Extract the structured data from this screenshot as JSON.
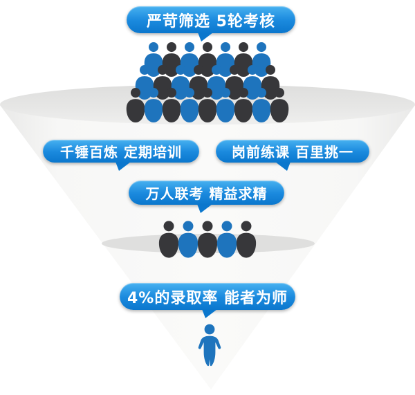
{
  "bubbles": {
    "top": {
      "label": "严苛筛选 5轮考核"
    },
    "left": {
      "label": "千锤百炼 定期培训"
    },
    "right": {
      "label": "岗前练课 百里挑一"
    },
    "middle": {
      "label": "万人联考 精益求精"
    },
    "bottom": {
      "label": "4%的录取率 能者为师"
    }
  },
  "colors": {
    "bubble_gradient_top": "#47b1f0",
    "bubble_gradient_bottom": "#0b77cd",
    "person_blue": "#1e74bd",
    "person_dark": "#37373a",
    "funnel_face": "#f6f6f5",
    "funnel_mouth": "#e4e4e3",
    "funnel_level": "#dfdfde",
    "label_text": "#ffffff"
  },
  "people_rows": [
    {
      "name": "row-1",
      "icon": "small",
      "colors": [
        "blue",
        "dark",
        "blue",
        "dark",
        "blue",
        "dark",
        "blue"
      ]
    },
    {
      "name": "row-2",
      "icon": "small",
      "colors": [
        "blue",
        "dark",
        "blue",
        "dark",
        "blue",
        "dark",
        "blue",
        "dark"
      ]
    },
    {
      "name": "row-3",
      "icon": "small",
      "colors": [
        "dark",
        "blue",
        "dark",
        "blue",
        "dark",
        "blue",
        "dark",
        "blue",
        "dark"
      ]
    },
    {
      "name": "row-middle",
      "icon": "small",
      "colors": [
        "dark",
        "blue",
        "dark",
        "blue",
        "dark"
      ]
    },
    {
      "name": "row-final",
      "icon": "large",
      "colors": [
        "blue"
      ]
    }
  ]
}
